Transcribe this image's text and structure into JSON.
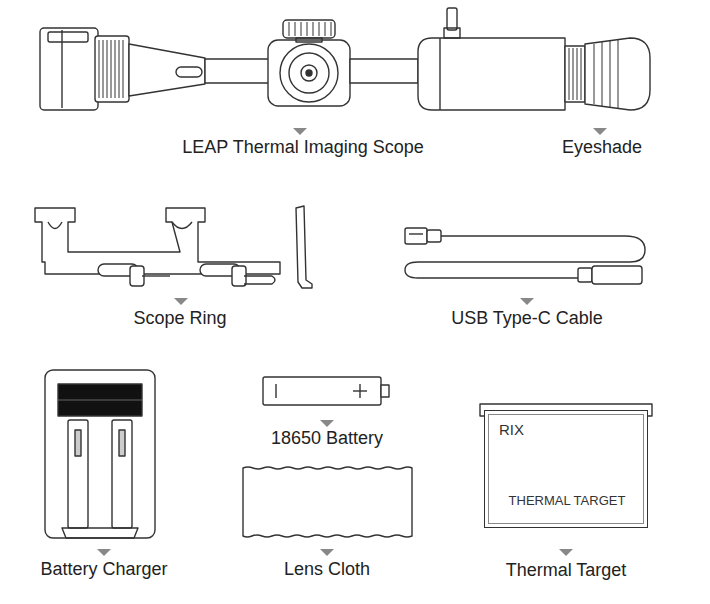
{
  "diagram": {
    "nodes": [
      {
        "text": [
          "RIX",
          "THERMAL TARGET"
        ]
      }
    ],
    "labels": [
      "LEAP Thermal Imaging Scope",
      "Eyeshade",
      "Scope Ring",
      "USB Type-C Cable",
      "18650 Battery",
      "Battery Charger",
      "Lens Cloth",
      "Thermal Target"
    ]
  }
}
